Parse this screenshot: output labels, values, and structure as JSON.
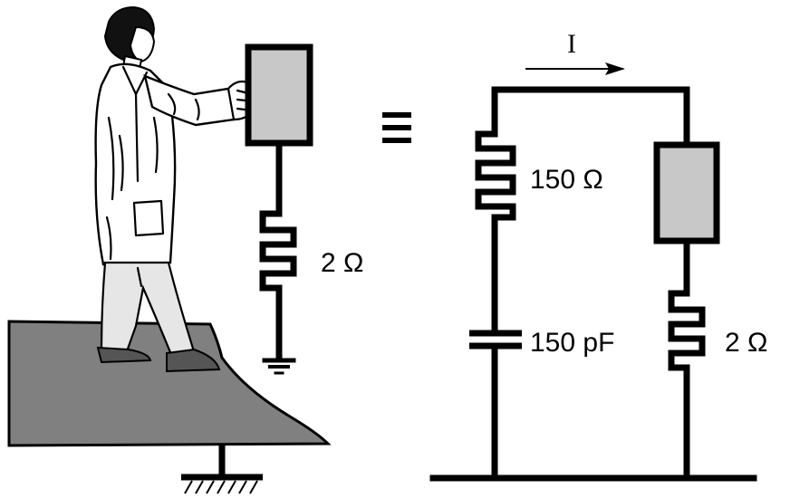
{
  "left_scene": {
    "series_resistor_label": "2  Ω"
  },
  "equivalence_symbol": "≡",
  "right_circuit": {
    "current_label": "I",
    "resistor_150_label": "150 Ω",
    "capacitor_label": "150 pF",
    "resistor_2_label": "2  Ω"
  },
  "colors": {
    "device_fill": "#c8c8c8",
    "floor_fill": "#808080",
    "line": "#000000"
  }
}
